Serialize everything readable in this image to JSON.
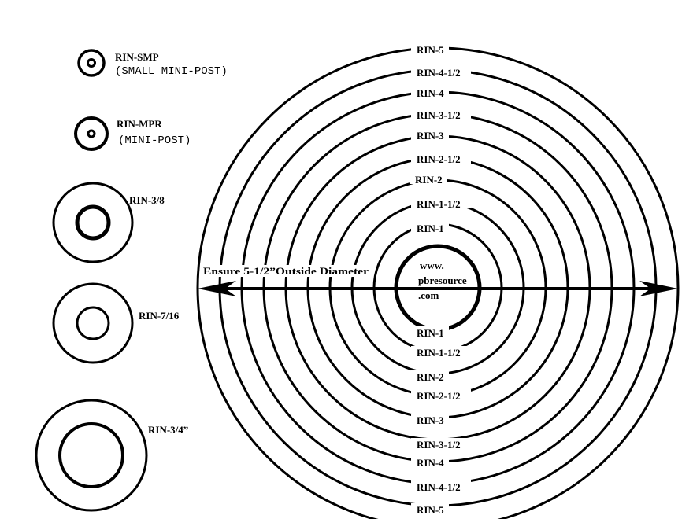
{
  "washers": [
    {
      "code": "RIN-SMP",
      "desc": "(SMALL MINI-POST)"
    },
    {
      "code": "RIN-MPR",
      "desc": "(MINI-POST)"
    },
    {
      "code": "RIN-3/8",
      "desc": ""
    },
    {
      "code": "RIN-7/16",
      "desc": ""
    },
    {
      "code": "RIN-3/4”",
      "desc": ""
    }
  ],
  "target": {
    "ring_labels": [
      "RIN-1",
      "RIN-1-1/2",
      "RIN-2",
      "RIN-2-1/2",
      "RIN-3",
      "RIN-3-1/2",
      "RIN-4",
      "RIN-4-1/2",
      "RIN-5"
    ],
    "note": "Ensure  5-1/2”Outside Diameter",
    "center_text": [
      "www.",
      "pbresource",
      ".com"
    ]
  }
}
